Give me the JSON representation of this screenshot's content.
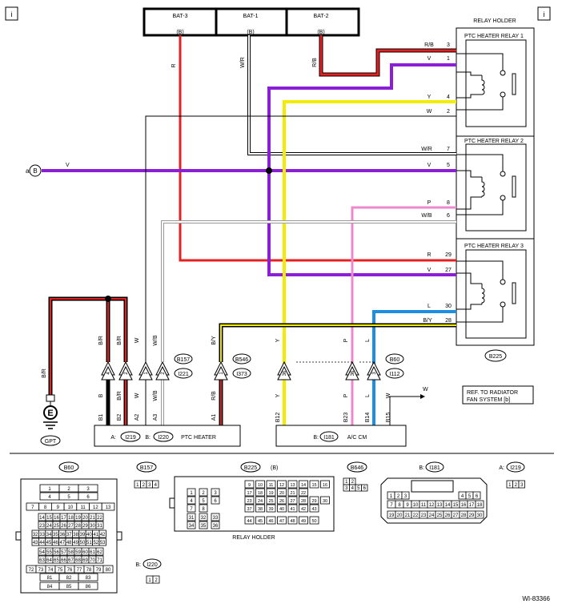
{
  "corner_mark": "i",
  "fuses": [
    {
      "name": "BAT-3",
      "tag": "(B)"
    },
    {
      "name": "BAT-1",
      "tag": "(B)"
    },
    {
      "name": "BAT-2",
      "tag": "(B)"
    }
  ],
  "relay_holder_label": "RELAY HOLDER",
  "relays": [
    {
      "title": "PTC HEATER RELAY 1",
      "wires": [
        {
          "color": "R/B",
          "pin": "3"
        },
        {
          "color": "V",
          "pin": "1"
        },
        {
          "color": "Y",
          "pin": "4"
        },
        {
          "color": "W",
          "pin": "2"
        }
      ]
    },
    {
      "title": "PTC HEATER RELAY 2",
      "wires": [
        {
          "color": "W/R",
          "pin": "7"
        },
        {
          "color": "V",
          "pin": "5"
        },
        {
          "color": "P",
          "pin": "8"
        },
        {
          "color": "W/B",
          "pin": "6"
        }
      ]
    },
    {
      "title": "PTC HEATER RELAY 3",
      "wires": [
        {
          "color": "R",
          "pin": "29"
        },
        {
          "color": "V",
          "pin": "27"
        },
        {
          "color": "L",
          "pin": "30"
        },
        {
          "color": "B/Y",
          "pin": "28"
        }
      ]
    }
  ],
  "relay_connector": "B225",
  "vertical_labels": {
    "red": "R",
    "wr": "W/R",
    "rb": "R/B"
  },
  "ground_ref": {
    "letter": "a",
    "symbol": "B",
    "wire": "V"
  },
  "ground": {
    "symbol": "E",
    "label": "GPT",
    "wire": "B/R"
  },
  "wire_upper_labels": [
    "B/R",
    "B/R",
    "W",
    "W/B",
    "B/Y",
    "Y",
    "P",
    "L"
  ],
  "wire_lower_labels": [
    "B",
    "B/R",
    "W",
    "W/B",
    "R/B",
    "Y",
    "P",
    "L",
    "W"
  ],
  "pins": [
    "B1",
    "B2",
    "A2",
    "A3",
    "A1",
    "B12",
    "B23",
    "B14",
    "B15"
  ],
  "conn_pins": [
    "4",
    "2",
    "1",
    "2",
    "1",
    "36",
    "36",
    "3"
  ],
  "connectors": {
    "b157": "B157",
    "i221": "I221",
    "b546": "B546",
    "i373": "I373",
    "b60": "B60",
    "i112": "I112"
  },
  "ptc_heater": {
    "a": "A:",
    "a_conn": "I219",
    "b": "B:",
    "b_conn": "I220",
    "name": "PTC HEATER"
  },
  "ac_cm": {
    "b": "B:",
    "conn": "I181",
    "name": "A/C CM"
  },
  "ref_radiator": {
    "wire": "W",
    "line1": "REF. TO RADIATOR",
    "line2": "FAN SYSTEM [b]"
  },
  "bottom": {
    "b60": "B60",
    "b157": "B157",
    "b225": "B225",
    "b225_tag": "(B)",
    "relay_holder": "RELAY HOLDER",
    "b646": "B646",
    "i181_prefix": "B:",
    "i181": "I181",
    "i219_prefix": "A:",
    "i219": "I219",
    "i220_prefix": "B:",
    "i220": "I220"
  },
  "b60_rows": [
    [
      "1",
      "2",
      "3"
    ],
    [
      "4",
      "5",
      "6"
    ],
    [
      "7",
      "8",
      "9",
      "10",
      "11",
      "12",
      "13"
    ],
    [
      "14",
      "15",
      "16",
      "17",
      "18",
      "19",
      "20",
      "21",
      "22"
    ],
    [
      "23",
      "24",
      "25",
      "26",
      "27",
      "28",
      "29",
      "30",
      "31"
    ],
    [
      "32",
      "33",
      "34",
      "35",
      "36",
      "37",
      "38",
      "39",
      "40",
      "41",
      "42"
    ],
    [
      "43",
      "44",
      "45",
      "46",
      "47",
      "48",
      "49",
      "50",
      "51",
      "52",
      "53"
    ],
    [
      "54",
      "55",
      "56",
      "57",
      "58",
      "59",
      "60",
      "61",
      "62"
    ],
    [
      "63",
      "64",
      "65",
      "66",
      "67",
      "68",
      "69",
      "70",
      "71"
    ],
    [
      "72",
      "73",
      "74",
      "75",
      "76",
      "77",
      "78",
      "79",
      "80"
    ],
    [
      "81",
      "82",
      "83"
    ],
    [
      "84",
      "85",
      "86"
    ]
  ],
  "b157_pins": [
    "1",
    "2",
    "3",
    "4"
  ],
  "b646_pins": [
    "1",
    "2",
    "3",
    "4",
    "5",
    "6"
  ],
  "i219_pins": [
    "1",
    "2",
    "3"
  ],
  "i220_pins": [
    "1",
    "2"
  ],
  "b225_left": [
    "1",
    "2",
    "3",
    "4",
    "5",
    "6",
    "7",
    "8",
    "31",
    "32",
    "33",
    "34",
    "35",
    "36"
  ],
  "b225_right": [
    "9",
    "10",
    "11",
    "12",
    "13",
    "14",
    "15",
    "16",
    "17",
    "18",
    "19",
    "20",
    "21",
    "22",
    "23",
    "24",
    "25",
    "26",
    "27",
    "28",
    "29",
    "30",
    "37",
    "38",
    "39",
    "40",
    "41",
    "42",
    "43",
    "44",
    "45",
    "46",
    "47",
    "48",
    "49",
    "50"
  ],
  "i181_rows": [
    [
      "1",
      "2",
      "3",
      "4",
      "5",
      "6"
    ],
    [
      "7",
      "8",
      "9",
      "10",
      "11",
      "12",
      "13",
      "14",
      "15",
      "16",
      "17",
      "18"
    ],
    [
      "19",
      "20",
      "21",
      "22",
      "23",
      "24",
      "25",
      "26",
      "27",
      "28",
      "29",
      "30"
    ]
  ],
  "figure_id": "WI-83366"
}
